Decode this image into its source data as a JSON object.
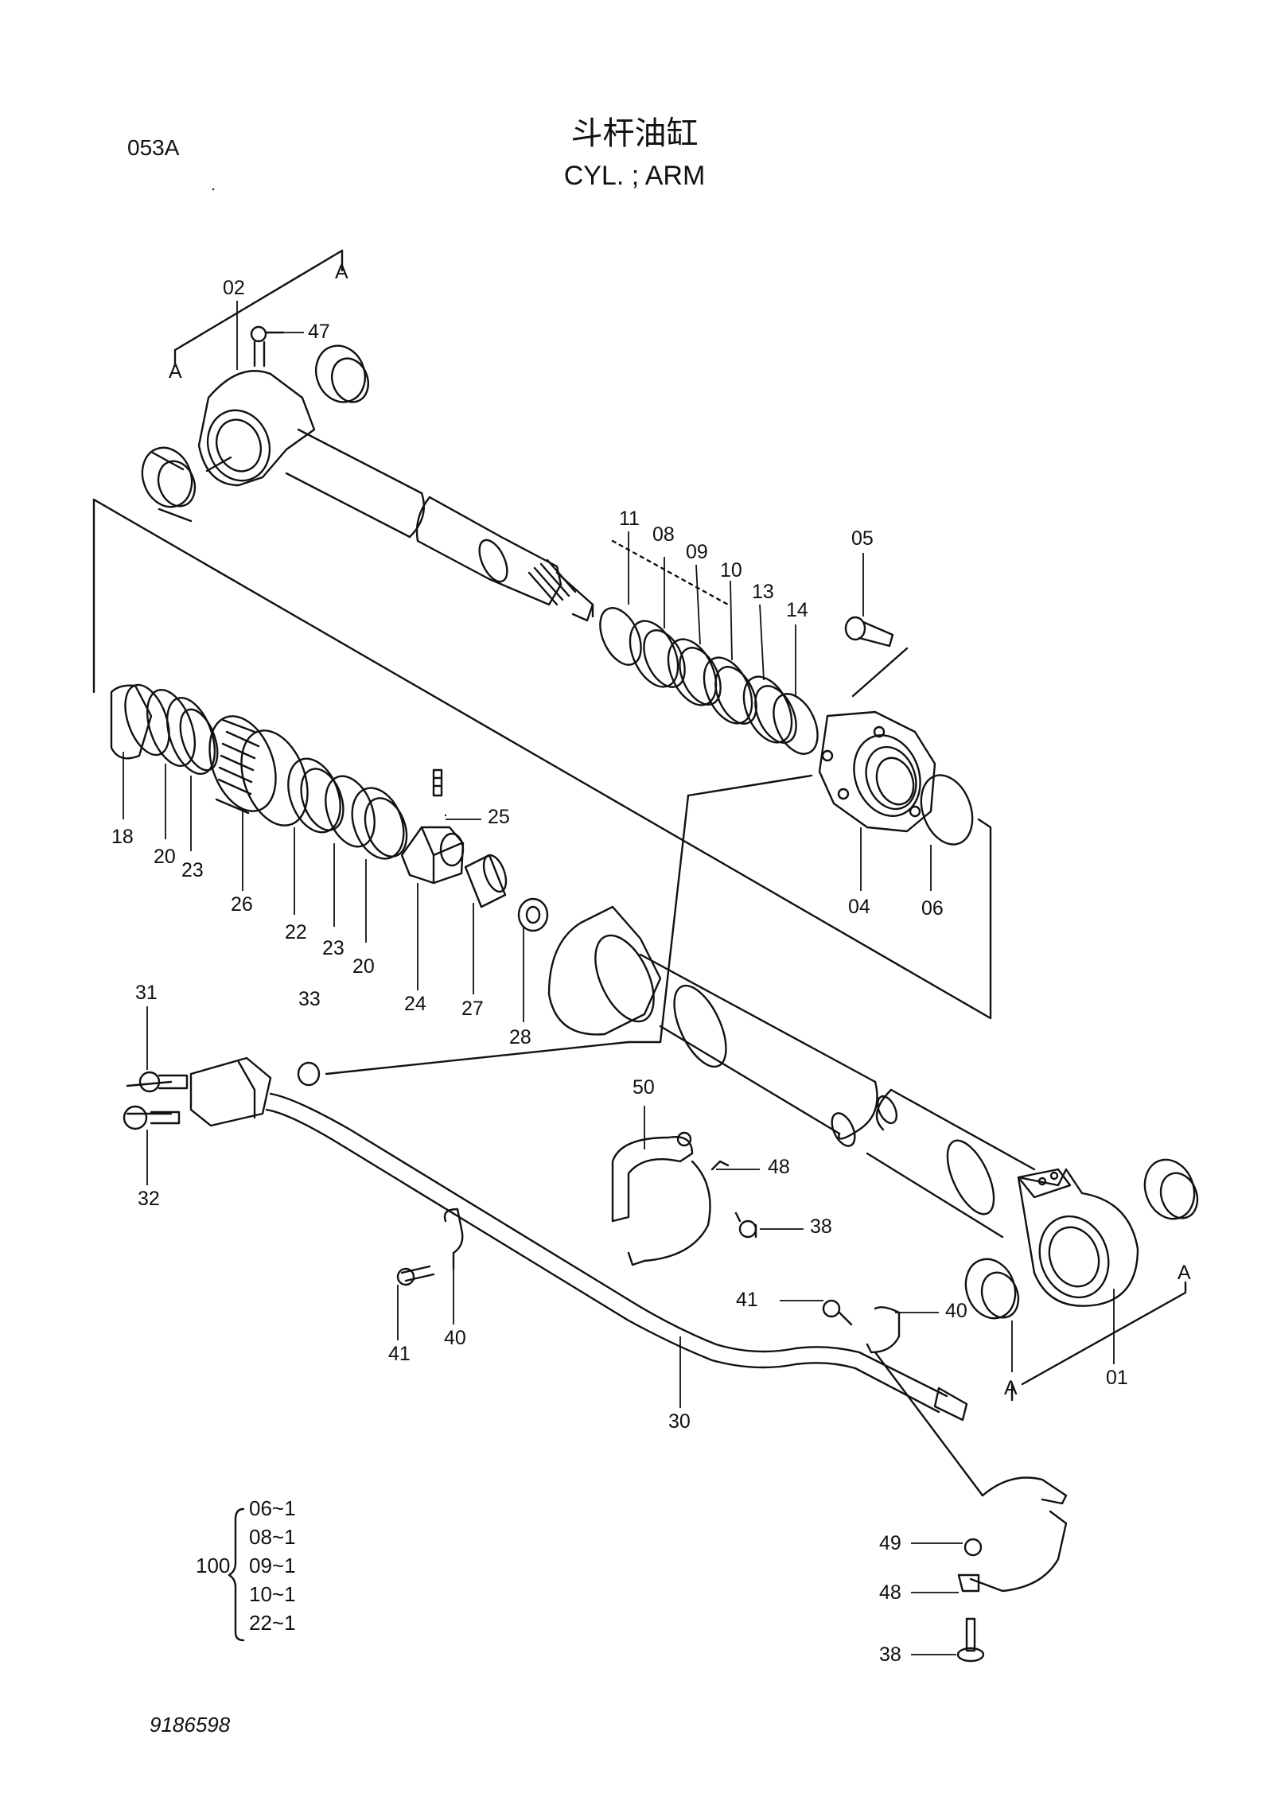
{
  "header": {
    "page_code": "053A",
    "title_cn": "斗杆油缸",
    "title_en": "CYL. ; ARM"
  },
  "footer": {
    "drawing_number": "9186598"
  },
  "callouts": [
    "02",
    "47",
    "A",
    "A",
    "11",
    "08",
    "09",
    "10",
    "13",
    "14",
    "05",
    "04",
    "06",
    "18",
    "20",
    "23",
    "26",
    "22",
    "23",
    "20",
    "25",
    "24",
    "27",
    "28",
    "31",
    "33",
    "32",
    "50",
    "48",
    "38",
    "41",
    "40",
    "30",
    "41",
    "40",
    "A",
    "01",
    "A",
    "49",
    "48",
    "38"
  ],
  "kit": {
    "number": "100",
    "items": [
      "06~1",
      "08~1",
      "09~1",
      "10~1",
      "22~1"
    ]
  },
  "colors": {
    "ink": "#111111",
    "paper": "#ffffff"
  }
}
